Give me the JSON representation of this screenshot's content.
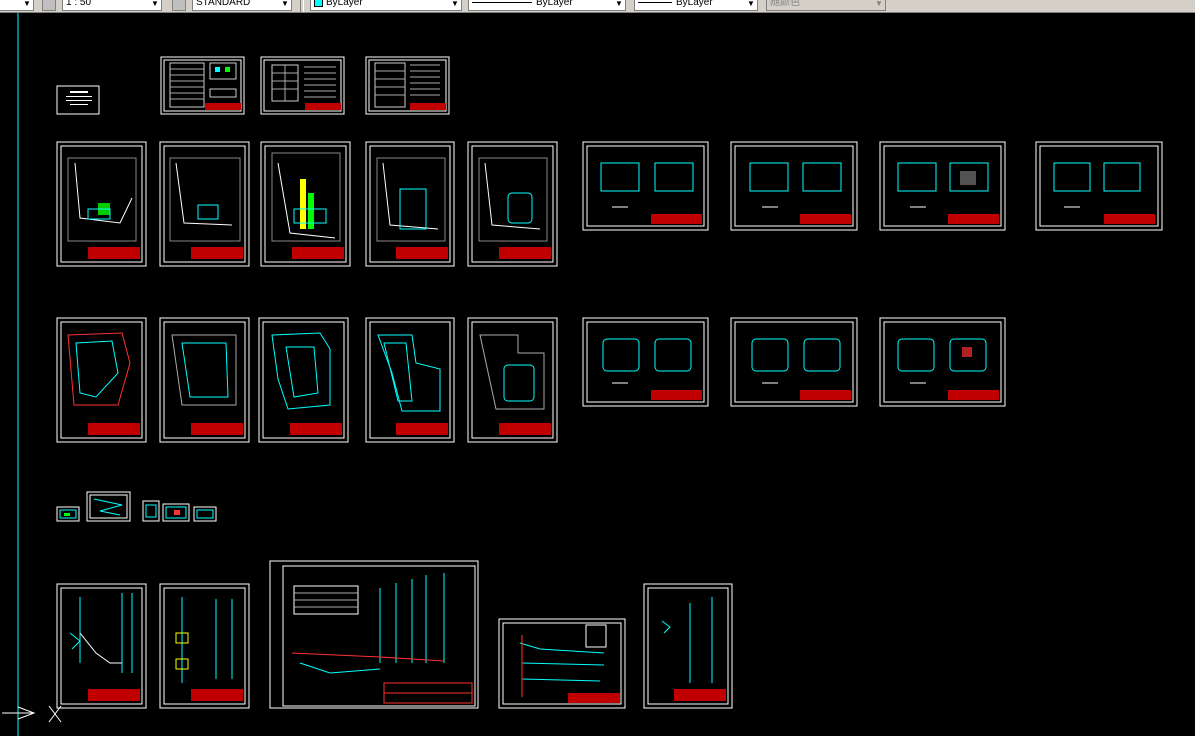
{
  "toolbar": {
    "scale_value": "1 : 50",
    "text_style": "STANDARD",
    "layer_color": "ByLayer",
    "linetype": "ByLayer",
    "lineweight": "ByLayer",
    "plot_style": "随颜色",
    "colors": {
      "toolbar_bg": "#d4d0c8",
      "accent": "#00ffff"
    }
  },
  "canvas": {
    "background": "#000000",
    "ucs_icon": "ucs-axis-icon",
    "sheet_groups": [
      {
        "name": "cover-and-notes",
        "count": 4
      },
      {
        "name": "floor-plans-row-1",
        "count": 9
      },
      {
        "name": "floor-plans-row-2",
        "count": 8
      },
      {
        "name": "small-details",
        "count": 5
      },
      {
        "name": "system-diagrams",
        "count": 5
      }
    ]
  }
}
